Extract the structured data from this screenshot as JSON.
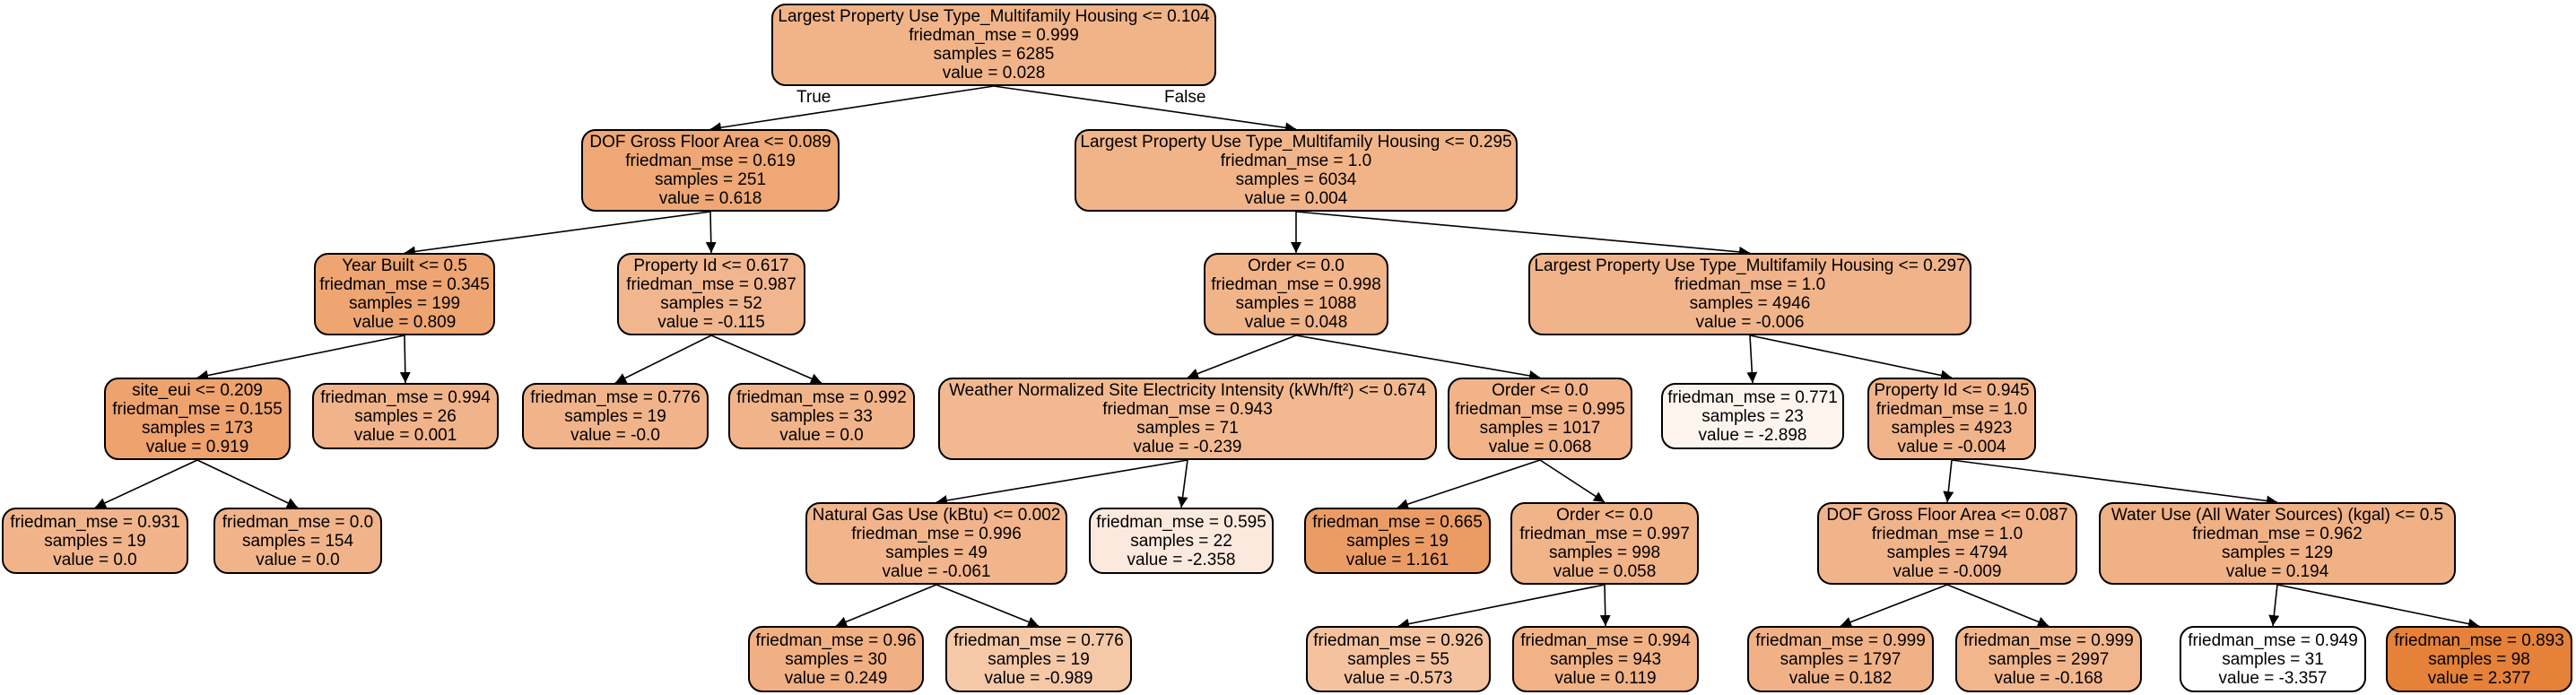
{
  "tree": {
    "branch_labels": {
      "true": "True",
      "false": "False"
    },
    "nodes": [
      {
        "id": "n0",
        "parent": null,
        "fill": "#f1b489",
        "lines": [
          "Largest Property Use Type_Multifamily Housing <= 0.104",
          "friedman_mse = 0.999",
          "samples = 6285",
          "value = 0.028"
        ]
      },
      {
        "id": "n1",
        "parent": "n0",
        "fill": "#eea775",
        "lines": [
          "DOF Gross Floor Area <= 0.089",
          "friedman_mse = 0.619",
          "samples = 251",
          "value = 0.618"
        ]
      },
      {
        "id": "n2",
        "parent": "n0",
        "fill": "#f1b489",
        "lines": [
          "Largest Property Use Type_Multifamily Housing <= 0.295",
          "friedman_mse = 1.0",
          "samples = 6034",
          "value = 0.004"
        ]
      },
      {
        "id": "n3",
        "parent": "n1",
        "fill": "#eea571",
        "lines": [
          "Year Built <= 0.5",
          "friedman_mse = 0.345",
          "samples = 199",
          "value = 0.809"
        ]
      },
      {
        "id": "n4",
        "parent": "n1",
        "fill": "#f2b68e",
        "lines": [
          "Property Id <= 0.617",
          "friedman_mse = 0.987",
          "samples = 52",
          "value = -0.115"
        ]
      },
      {
        "id": "n5",
        "parent": "n3",
        "fill": "#eea26d",
        "lines": [
          "site_eui <= 0.209",
          "friedman_mse = 0.155",
          "samples = 173",
          "value = 0.919"
        ]
      },
      {
        "id": "n6",
        "parent": "n3",
        "fill": "#f1b48a",
        "lines": [
          "friedman_mse = 0.994",
          "samples = 26",
          "value = 0.001"
        ]
      },
      {
        "id": "n7",
        "parent": "n5",
        "fill": "#f1b48a",
        "lines": [
          "friedman_mse = 0.931",
          "samples = 19",
          "value = 0.0"
        ]
      },
      {
        "id": "n8",
        "parent": "n5",
        "fill": "#f1b48a",
        "lines": [
          "friedman_mse = 0.0",
          "samples = 154",
          "value = 0.0"
        ]
      },
      {
        "id": "n9",
        "parent": "n4",
        "fill": "#f1b48a",
        "lines": [
          "friedman_mse = 0.776",
          "samples = 19",
          "value = -0.0"
        ]
      },
      {
        "id": "n10",
        "parent": "n4",
        "fill": "#f1b48a",
        "lines": [
          "friedman_mse = 0.992",
          "samples = 33",
          "value = 0.0"
        ]
      },
      {
        "id": "n11",
        "parent": "n2",
        "fill": "#f1b388",
        "lines": [
          "Order <= 0.0",
          "friedman_mse = 0.998",
          "samples = 1088",
          "value = 0.048"
        ]
      },
      {
        "id": "n12",
        "parent": "n2",
        "fill": "#f1b48a",
        "lines": [
          "Largest Property Use Type_Multifamily Housing <= 0.297",
          "friedman_mse = 1.0",
          "samples = 4946",
          "value = -0.006"
        ]
      },
      {
        "id": "n13",
        "parent": "n11",
        "fill": "#f2b991",
        "lines": [
          "Weather Normalized Site Electricity Intensity (kWh/ft²) <= 0.674",
          "friedman_mse = 0.943",
          "samples = 71",
          "value = -0.239"
        ]
      },
      {
        "id": "n14",
        "parent": "n11",
        "fill": "#f1b387",
        "lines": [
          "Order <= 0.0",
          "friedman_mse = 0.995",
          "samples = 1017",
          "value = 0.068"
        ]
      },
      {
        "id": "n15",
        "parent": "n12",
        "fill": "#fdf4ee",
        "lines": [
          "friedman_mse = 0.771",
          "samples = 23",
          "value = -2.898"
        ]
      },
      {
        "id": "n16",
        "parent": "n12",
        "fill": "#f1b48a",
        "lines": [
          "Property Id <= 0.945",
          "friedman_mse = 1.0",
          "samples = 4923",
          "value = -0.004"
        ]
      },
      {
        "id": "n17",
        "parent": "n13",
        "fill": "#f2b58b",
        "lines": [
          "Natural Gas Use (kBtu) <= 0.002",
          "friedman_mse = 0.996",
          "samples = 49",
          "value = -0.061"
        ]
      },
      {
        "id": "n18",
        "parent": "n13",
        "fill": "#fbe9dd",
        "lines": [
          "friedman_mse = 0.595",
          "samples = 22",
          "value = -2.358"
        ]
      },
      {
        "id": "n19",
        "parent": "n14",
        "fill": "#eb9c64",
        "lines": [
          "friedman_mse = 0.665",
          "samples = 19",
          "value = 1.161"
        ]
      },
      {
        "id": "n20",
        "parent": "n14",
        "fill": "#f1b388",
        "lines": [
          "Order <= 0.0",
          "friedman_mse = 0.997",
          "samples = 998",
          "value = 0.058"
        ]
      },
      {
        "id": "n21",
        "parent": "n16",
        "fill": "#f1b48a",
        "lines": [
          "DOF Gross Floor Area <= 0.087",
          "friedman_mse = 1.0",
          "samples = 4794",
          "value = -0.009"
        ]
      },
      {
        "id": "n22",
        "parent": "n16",
        "fill": "#f0b185",
        "lines": [
          "Water Use (All Water Sources) (kgal) <= 0.5",
          "friedman_mse = 0.962",
          "samples = 129",
          "value = 0.194"
        ]
      },
      {
        "id": "n23",
        "parent": "n17",
        "fill": "#f0b084",
        "lines": [
          "friedman_mse = 0.96",
          "samples = 30",
          "value = 0.249"
        ]
      },
      {
        "id": "n24",
        "parent": "n17",
        "fill": "#f5c8a8",
        "lines": [
          "friedman_mse = 0.776",
          "samples = 19",
          "value = -0.989"
        ]
      },
      {
        "id": "n25",
        "parent": "n20",
        "fill": "#f4c29f",
        "lines": [
          "friedman_mse = 0.926",
          "samples = 55",
          "value = -0.573"
        ]
      },
      {
        "id": "n26",
        "parent": "n20",
        "fill": "#f1b286",
        "lines": [
          "friedman_mse = 0.994",
          "samples = 943",
          "value = 0.119"
        ]
      },
      {
        "id": "n27",
        "parent": "n21",
        "fill": "#f1b186",
        "lines": [
          "friedman_mse = 0.999",
          "samples = 1797",
          "value = 0.182"
        ]
      },
      {
        "id": "n28",
        "parent": "n21",
        "fill": "#f2b68d",
        "lines": [
          "friedman_mse = 0.999",
          "samples = 2997",
          "value = -0.168"
        ]
      },
      {
        "id": "n29",
        "parent": "n22",
        "fill": "#ffffff",
        "lines": [
          "friedman_mse = 0.949",
          "samples = 31",
          "value = -3.357"
        ]
      },
      {
        "id": "n30",
        "parent": "n22",
        "fill": "#e58139",
        "lines": [
          "friedman_mse = 0.893",
          "samples = 98",
          "value = 2.377"
        ]
      }
    ]
  }
}
